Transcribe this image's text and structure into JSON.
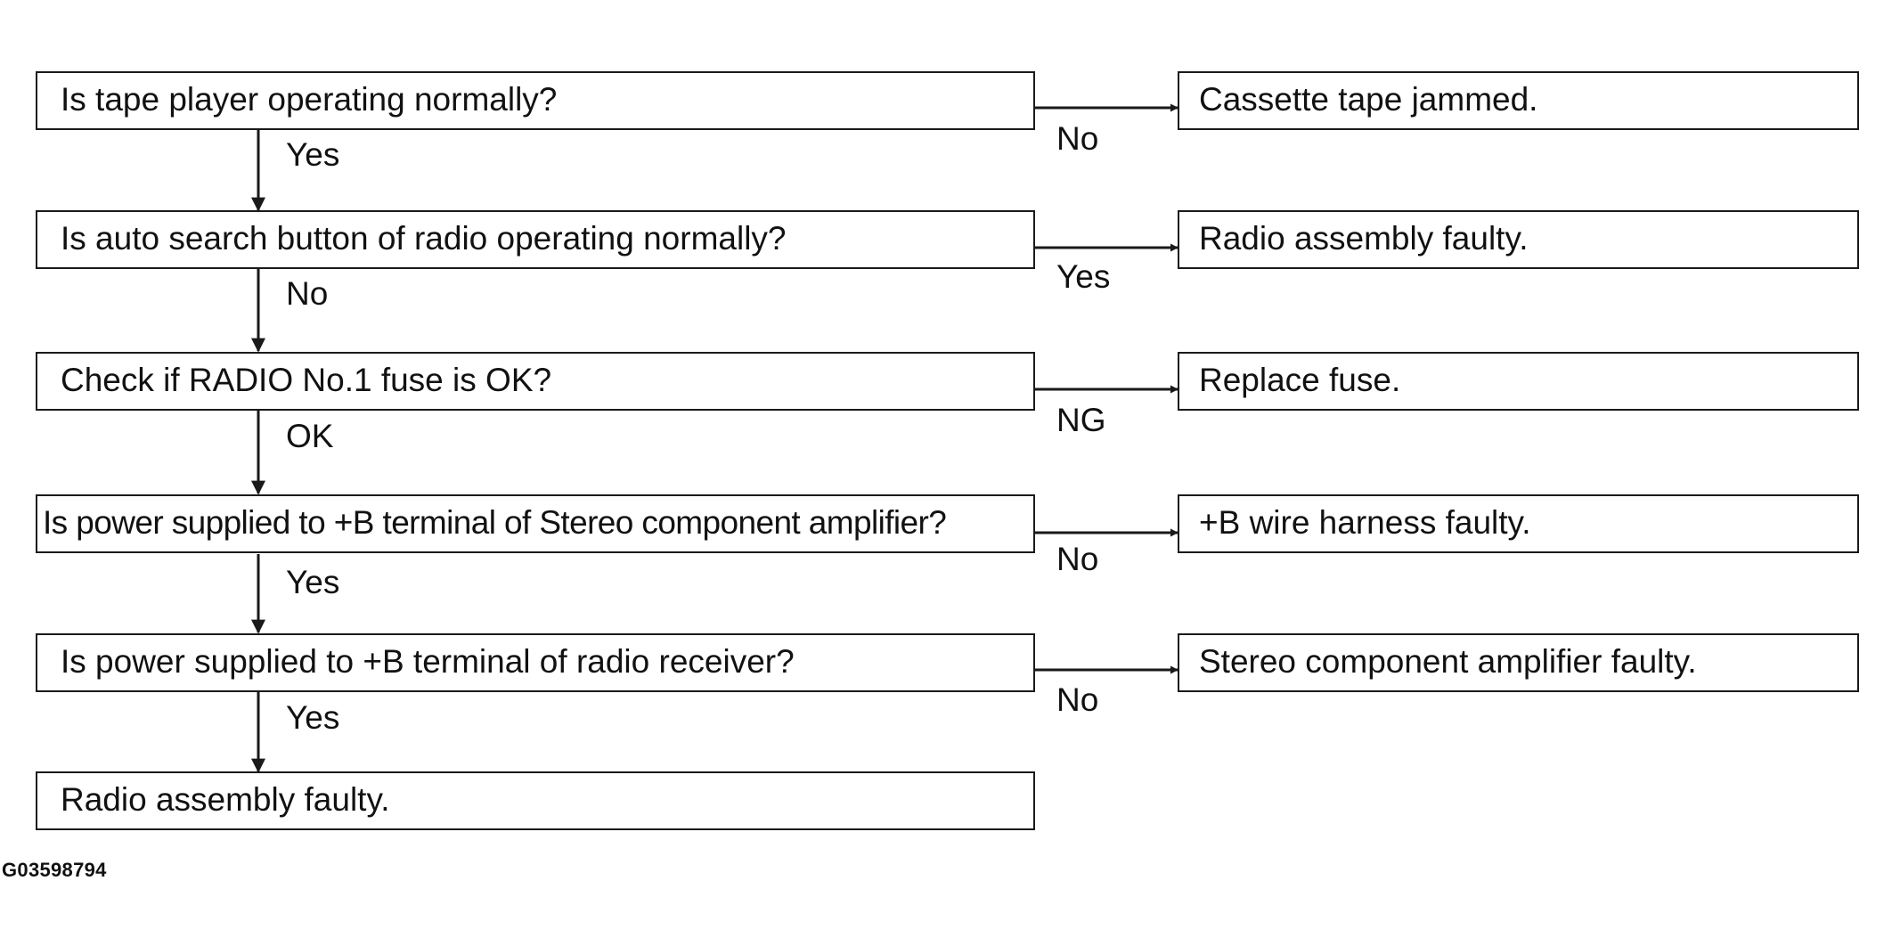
{
  "flowchart": {
    "questions": [
      "Is tape player operating normally?",
      "Is auto search button of radio operating normally?",
      "Check if RADIO No.1 fuse is OK?",
      "Is power supplied to +B terminal of Stereo component amplifier?",
      "Is power supplied to +B terminal of radio receiver?"
    ],
    "down_labels": [
      "Yes",
      "No",
      "OK",
      "Yes",
      "Yes"
    ],
    "side_labels": [
      "No",
      "Yes",
      "NG",
      "No",
      "No"
    ],
    "results": [
      "Cassette tape jammed.",
      "Radio assembly faulty.",
      "Replace fuse.",
      "+B wire harness faulty.",
      "Stereo component amplifier faulty."
    ],
    "final_result": "Radio assembly faulty."
  },
  "figure_id": "G03598794",
  "colors": {
    "line": "#1a1a1a",
    "background": "#ffffff",
    "text": "#111111"
  }
}
